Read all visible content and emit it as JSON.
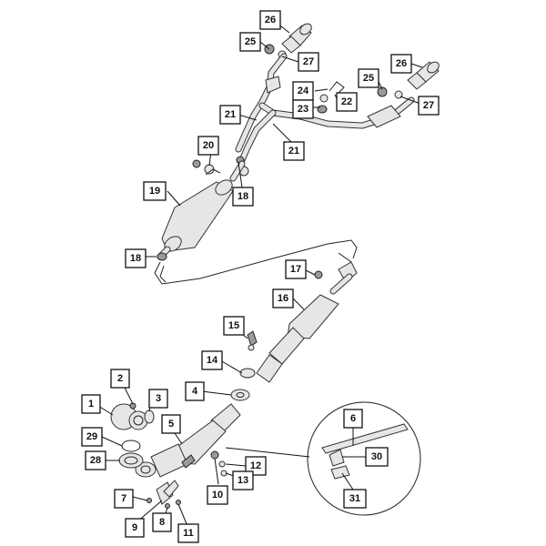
{
  "callouts": {
    "c1": "1",
    "c2": "2",
    "c3": "3",
    "c4": "4",
    "c5": "5",
    "c6": "6",
    "c7": "7",
    "c8": "8",
    "c9": "9",
    "c10": "10",
    "c11": "11",
    "c12": "12",
    "c13": "13",
    "c14": "14",
    "c15": "15",
    "c16": "16",
    "c17": "17",
    "c18a": "18",
    "c18b": "18",
    "c19": "19",
    "c20": "20",
    "c21a": "21",
    "c21b": "21",
    "c22": "22",
    "c23": "23",
    "c24": "24",
    "c25a": "25",
    "c25b": "25",
    "c26a": "26",
    "c26b": "26",
    "c27a": "27",
    "c27b": "27",
    "c28": "28",
    "c29": "29",
    "c30": "30",
    "c31": "31"
  }
}
